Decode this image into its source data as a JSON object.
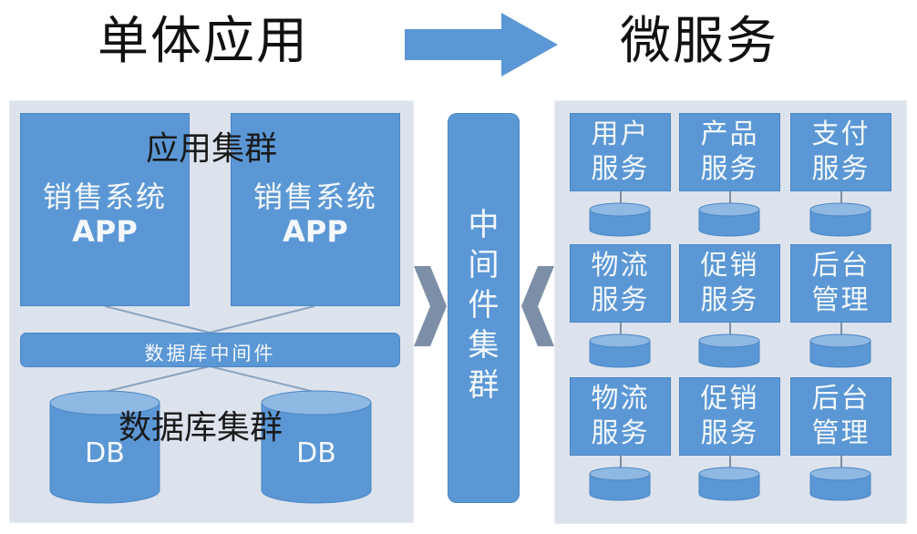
{
  "header": {
    "left_title": "单体应用",
    "right_title": "微服务",
    "arrow": "right-arrow"
  },
  "monolith": {
    "app_cluster_label": "应用集群",
    "apps": [
      {
        "line1": "销售系统",
        "line2": "APP"
      },
      {
        "line1": "销售系统",
        "line2": "APP"
      }
    ],
    "db_middleware_label": "数据库中间件",
    "db_cluster_label": "数据库集群",
    "databases": [
      {
        "label": "DB"
      },
      {
        "label": "DB"
      }
    ]
  },
  "middleware": {
    "label_chars": [
      "中",
      "间",
      "件",
      "集",
      "群"
    ]
  },
  "microservices": {
    "services": [
      {
        "line1": "用户",
        "line2": "服务"
      },
      {
        "line1": "产品",
        "line2": "服务"
      },
      {
        "line1": "支付",
        "line2": "服务"
      },
      {
        "line1": "物流",
        "line2": "服务"
      },
      {
        "line1": "促销",
        "line2": "服务"
      },
      {
        "line1": "后台",
        "line2": "管理"
      },
      {
        "line1": "物流",
        "line2": "服务"
      },
      {
        "line1": "促销",
        "line2": "服务"
      },
      {
        "line1": "后台",
        "line2": "管理"
      }
    ]
  },
  "colors": {
    "box_blue": "#5b97d5",
    "panel_gray": "#dde3ec",
    "chevron_gray": "#7d8fa6",
    "db_top": "#8fb8e2"
  }
}
